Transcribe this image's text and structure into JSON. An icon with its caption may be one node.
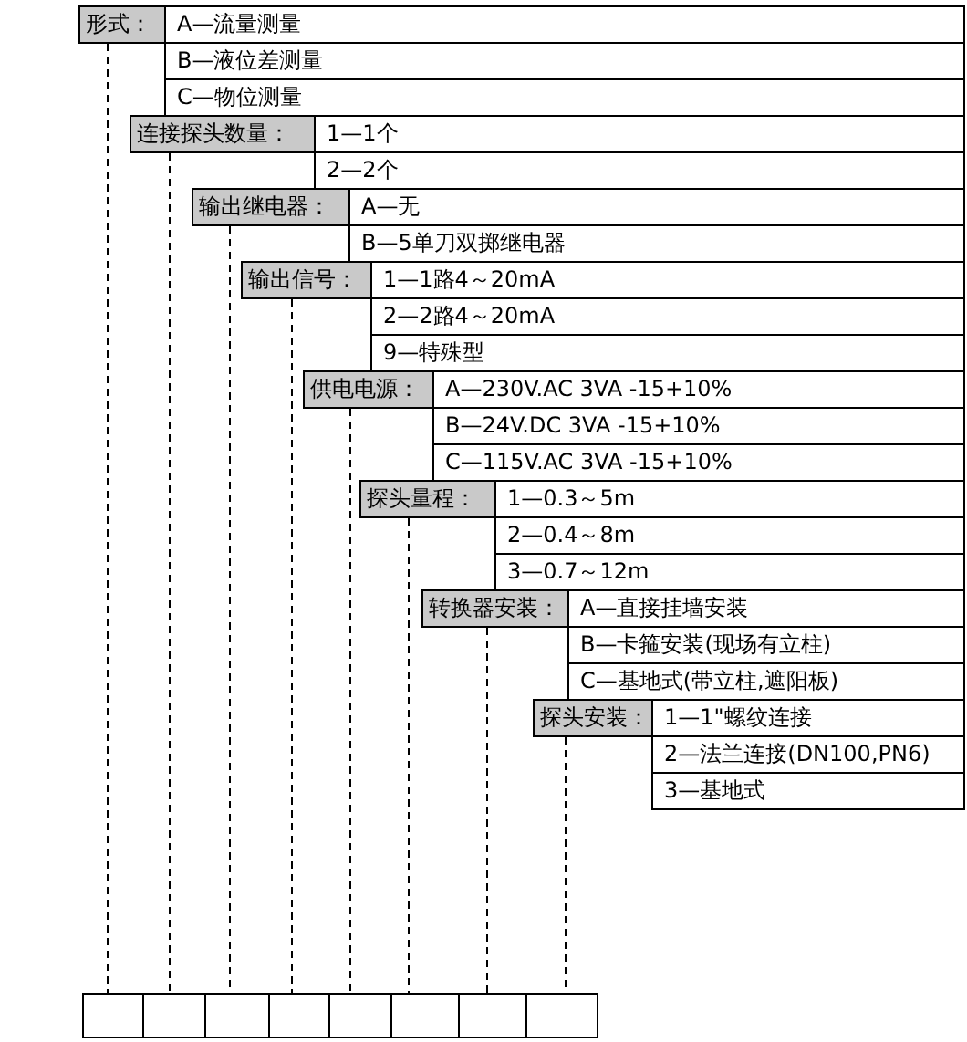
{
  "diagram": {
    "nodes": [
      {
        "text": [
          "形式："
        ]
      },
      {
        "text": [
          "A—流量测量"
        ]
      },
      {
        "text": [
          "B—液位差测量"
        ]
      },
      {
        "text": [
          "C—物位测量"
        ]
      },
      {
        "text": [
          "连接探头数量："
        ]
      },
      {
        "text": [
          "1—1个"
        ]
      },
      {
        "text": [
          "2—2个"
        ]
      },
      {
        "text": [
          "输出继电器："
        ]
      },
      {
        "text": [
          "A—无"
        ]
      },
      {
        "text": [
          "B—5单刀双掷继电器"
        ]
      },
      {
        "text": [
          "输出信号："
        ]
      },
      {
        "text": [
          "1—1路4～20mA"
        ]
      },
      {
        "text": [
          "2—2路4～20mA"
        ]
      },
      {
        "text": [
          "9—特殊型"
        ]
      },
      {
        "text": [
          "供电电源："
        ]
      },
      {
        "text": [
          "A—230V.AC 3VA -15+10%"
        ]
      },
      {
        "text": [
          "B—24V.DC 3VA -15+10%"
        ]
      },
      {
        "text": [
          "C—115V.AC 3VA -15+10%"
        ]
      },
      {
        "text": [
          "探头量程："
        ]
      },
      {
        "text": [
          "1—0.3～5m"
        ]
      },
      {
        "text": [
          "2—0.4～8m"
        ]
      },
      {
        "text": [
          "3—0.7～12m"
        ]
      },
      {
        "text": [
          "转换器安装："
        ]
      },
      {
        "text": [
          "A—直接挂墙安装"
        ]
      },
      {
        "text": [
          "B—卡箍安装(现场有立柱)"
        ]
      },
      {
        "text": [
          "C—基地式(带立柱,遮阳板)"
        ]
      },
      {
        "text": [
          "探头安装："
        ]
      },
      {
        "text": [
          "1—1\"螺纹连接"
        ]
      },
      {
        "text": [
          "2—法兰连接(DN100,PN6)"
        ]
      },
      {
        "text": [
          "3—基地式"
        ]
      },
      {
        "text": [],
        "shape": "box"
      },
      {
        "text": [],
        "shape": "box"
      },
      {
        "text": [],
        "shape": "box"
      },
      {
        "text": [],
        "shape": "box"
      },
      {
        "text": [],
        "shape": "box"
      },
      {
        "text": [],
        "shape": "box"
      },
      {
        "text": [],
        "shape": "box"
      },
      {
        "text": [],
        "shape": "box"
      }
    ],
    "edges": [
      {
        "from": 0,
        "to": 30,
        "arrow": "none",
        "style": "dashed"
      },
      {
        "from": 4,
        "to": 31,
        "arrow": "none",
        "style": "dashed"
      },
      {
        "from": 7,
        "to": 32,
        "arrow": "none",
        "style": "dashed"
      },
      {
        "from": 10,
        "to": 33,
        "arrow": "none",
        "style": "dashed"
      },
      {
        "from": 14,
        "to": 34,
        "arrow": "none",
        "style": "dashed"
      },
      {
        "from": 18,
        "to": 35,
        "arrow": "none",
        "style": "dashed"
      },
      {
        "from": 22,
        "to": 36,
        "arrow": "none",
        "style": "dashed"
      },
      {
        "from": 26,
        "to": 37,
        "arrow": "none",
        "style": "dashed"
      }
    ]
  }
}
